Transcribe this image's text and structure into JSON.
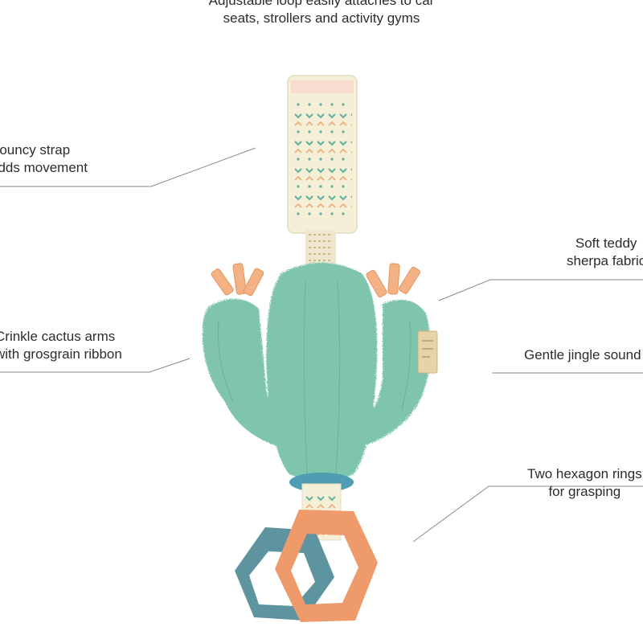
{
  "callouts": {
    "top": [
      "Adjustable loop easily attaches to car",
      "seats, strollers and activity gyms"
    ],
    "strap": [
      "Bouncy strap",
      "adds movement"
    ],
    "arms": [
      "Crinkle cactus arms",
      "with grosgrain ribbon"
    ],
    "sherpa": [
      "Soft teddy",
      "sherpa fabric"
    ],
    "jingle": [
      "Gentle jingle sound"
    ],
    "rings": [
      "Two hexagon rings",
      "for grasping"
    ]
  },
  "colors": {
    "cactus": "#7fc4ac",
    "cactus_dark": "#62a58f",
    "strap": "#f4efd6",
    "pattern_teal": "#4ea79a",
    "pattern_orange": "#f0a26c",
    "ribbon": "#f4b184",
    "ring_orange": "#ee9a6b",
    "ring_teal": "#5e93a0",
    "leader_line": "#8a8a8a"
  }
}
